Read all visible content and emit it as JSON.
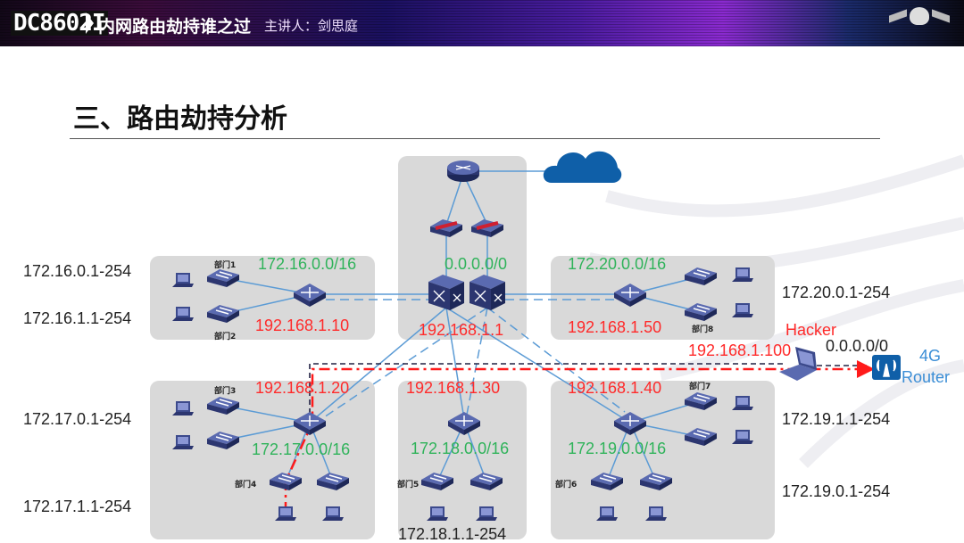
{
  "header": {
    "logo": "DC8602I",
    "title": "内网路由劫持谁之过",
    "speaker": "主讲人：剑思庭",
    "group_logo": "DEFCON GROUP"
  },
  "slide": {
    "title": "三、路由劫持分析"
  },
  "colors": {
    "link": "#5b9bd5",
    "device": "#3c4a8c",
    "subnet": "#2fb35a",
    "ip": "#ff2a2a",
    "cloud": "#0f5fa8",
    "zone": "#d9d9d9"
  },
  "ranges": {
    "r1": "172.16.0.1-254",
    "r2": "172.16.1.1-254",
    "r3": "172.17.0.1-254",
    "r4": "172.17.1.1-254",
    "r5": "172.20.0.1-254",
    "r6": "172.19.1.1-254",
    "r7": "172.19.0.1-254",
    "r8": "172.18.1.1-254"
  },
  "subnets": {
    "s16": "172.16.0.0/16",
    "core": "0.0.0.0/0",
    "s20": "172.20.0.0/16",
    "s17": "172.17.0.0/16",
    "s18": "172.18.0.0/16",
    "s19": "172.19.0.0/16"
  },
  "ips": {
    "ip10": "192.168.1.10",
    "ip1": "192.168.1.1",
    "ip50": "192.168.1.50",
    "ip20": "192.168.1.20",
    "ip30": "192.168.1.30",
    "ip40": "192.168.1.40",
    "ip100": "192.168.1.100"
  },
  "hacker": {
    "label": "Hacker",
    "route": "0.0.0.0/0"
  },
  "router4g": {
    "line1": "4G",
    "line2": "Router"
  },
  "depts": [
    "部门1",
    "部门2",
    "部门3",
    "部门4",
    "部门5",
    "部门6",
    "部门7",
    "部门8"
  ]
}
